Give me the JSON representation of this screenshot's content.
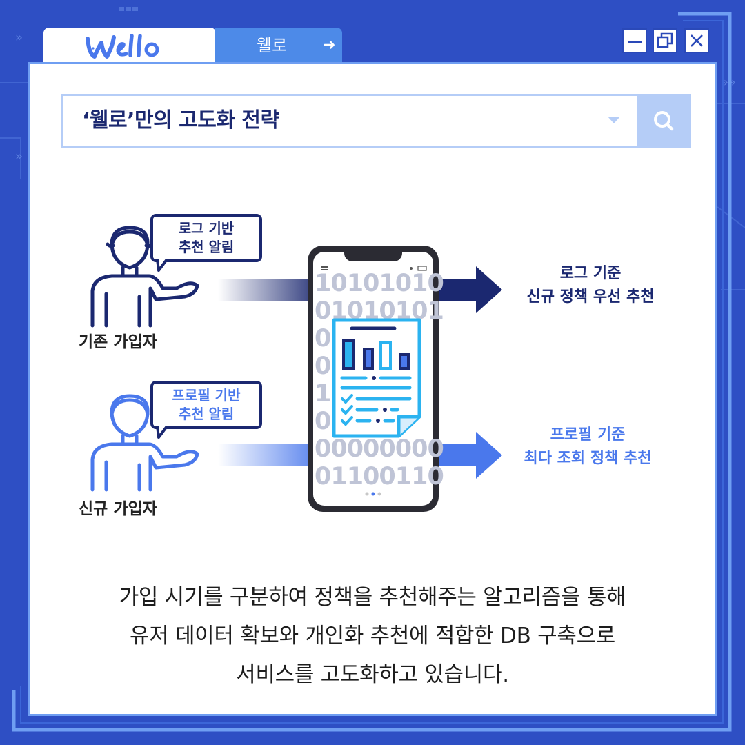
{
  "tabs": [
    {
      "label": "Wello",
      "type": "logo"
    },
    {
      "label": "웰로",
      "icon": "arrow-right-icon"
    }
  ],
  "window_controls": [
    "minimize-icon",
    "restore-icon",
    "close-icon"
  ],
  "search": {
    "query": "‘웰로’만의 고도화 전략",
    "icon": "search-icon"
  },
  "diagram": {
    "users": [
      {
        "label": "기존 가입자",
        "bubble_line1": "로그 기반",
        "bubble_line2": "추천 알림",
        "color": "#1b2870"
      },
      {
        "label": "신규 가입자",
        "bubble_line1": "프로필 기반",
        "bubble_line2": "추천 알림",
        "color": "#4a78ec"
      }
    ],
    "results": [
      {
        "line1": "로그 기준",
        "line2": "신규 정책 우선 추천",
        "color": "#1b2870"
      },
      {
        "line1": "프로필 기준",
        "line2": "최다 조회 정책 추천",
        "color": "#4a78ec"
      }
    ],
    "binary_rows": [
      "10101010",
      "01010101",
      "0      0",
      "0      0",
      "1      1",
      "0      0",
      "0      01",
      "00000000",
      "01100110"
    ]
  },
  "description": {
    "line1": "가입 시기를 구분하여 정책을 추천해주는 알고리즘을 통해",
    "line2": "유저 데이터 확보와 개인화 추천에 적합한 DB 구축으로",
    "line3": "서비스를 고도화하고 있습니다."
  },
  "colors": {
    "background": "#2e4fc4",
    "navy": "#1b2870",
    "blue": "#4a78ec",
    "light_blue": "#b5cdf7",
    "cyan": "#2bb3f0"
  }
}
